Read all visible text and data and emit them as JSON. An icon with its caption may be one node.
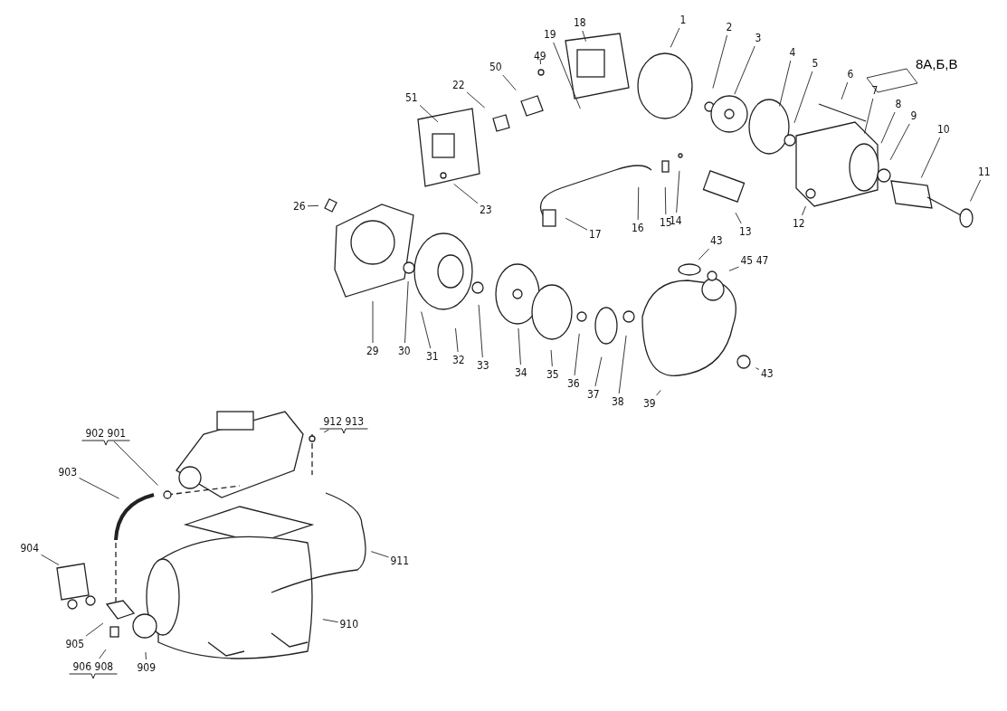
{
  "diagram": {
    "nodes": [
      {
        "text": [
          "18"
        ]
      },
      {
        "text": [
          "19"
        ]
      },
      {
        "text": [
          "49"
        ]
      },
      {
        "text": [
          "50"
        ]
      },
      {
        "text": [
          "22"
        ]
      },
      {
        "text": [
          "1"
        ]
      },
      {
        "text": [
          "2"
        ]
      },
      {
        "text": [
          "3"
        ]
      },
      {
        "text": [
          "4"
        ]
      },
      {
        "text": [
          "5"
        ]
      },
      {
        "text": [
          "6"
        ]
      },
      {
        "text": [
          "7"
        ]
      },
      {
        "text": [
          "8"
        ]
      },
      {
        "text": [
          "9"
        ]
      },
      {
        "text": [
          "10"
        ]
      },
      {
        "text": [
          "11"
        ]
      },
      {
        "text": [
          "51"
        ]
      },
      {
        "text": [
          "23"
        ]
      },
      {
        "text": [
          "26"
        ]
      },
      {
        "text": [
          "17"
        ]
      },
      {
        "text": [
          "16"
        ]
      },
      {
        "text": [
          "15"
        ]
      },
      {
        "text": [
          "14"
        ]
      },
      {
        "text": [
          "13"
        ]
      },
      {
        "text": [
          "12"
        ]
      },
      {
        "text": [
          "43"
        ]
      },
      {
        "text": [
          "45 47"
        ]
      },
      {
        "text": [
          "29"
        ]
      },
      {
        "text": [
          "30"
        ]
      },
      {
        "text": [
          "31"
        ]
      },
      {
        "text": [
          "32"
        ]
      },
      {
        "text": [
          "33"
        ]
      },
      {
        "text": [
          "34"
        ]
      },
      {
        "text": [
          "35"
        ]
      },
      {
        "text": [
          "36"
        ]
      },
      {
        "text": [
          "37"
        ]
      },
      {
        "text": [
          "38"
        ]
      },
      {
        "text": [
          "39"
        ]
      },
      {
        "text": [
          "43"
        ]
      },
      {
        "text": [
          "902 901"
        ]
      },
      {
        "text": [
          "912 913"
        ]
      },
      {
        "text": [
          "903"
        ]
      },
      {
        "text": [
          "904"
        ]
      },
      {
        "text": [
          "911"
        ]
      },
      {
        "text": [
          "910"
        ]
      },
      {
        "text": [
          "905"
        ]
      },
      {
        "text": [
          "906 908"
        ]
      },
      {
        "text": [
          "909"
        ]
      }
    ],
    "edges": [
      {
        "from": 0,
        "to": null,
        "arrow": "none"
      },
      {
        "from": 1,
        "to": null,
        "arrow": "none"
      },
      {
        "from": 2,
        "to": null,
        "arrow": "none"
      },
      {
        "from": 3,
        "to": null,
        "arrow": "none"
      },
      {
        "from": 4,
        "to": null,
        "arrow": "none"
      },
      {
        "from": 5,
        "to": null,
        "arrow": "none"
      },
      {
        "from": 6,
        "to": null,
        "arrow": "none"
      },
      {
        "from": 7,
        "to": null,
        "arrow": "none"
      },
      {
        "from": 8,
        "to": null,
        "arrow": "none"
      },
      {
        "from": 9,
        "to": null,
        "arrow": "none"
      },
      {
        "from": 10,
        "to": null,
        "arrow": "none"
      },
      {
        "from": 11,
        "to": null,
        "arrow": "none"
      },
      {
        "from": 12,
        "to": null,
        "arrow": "none"
      },
      {
        "from": 13,
        "to": null,
        "arrow": "none"
      },
      {
        "from": 14,
        "to": null,
        "arrow": "none"
      },
      {
        "from": 15,
        "to": null,
        "arrow": "none"
      },
      {
        "from": 16,
        "to": null,
        "arrow": "none"
      },
      {
        "from": 17,
        "to": null,
        "arrow": "none"
      },
      {
        "from": 18,
        "to": null,
        "arrow": "none"
      },
      {
        "from": 19,
        "to": null,
        "arrow": "none"
      },
      {
        "from": 20,
        "to": null,
        "arrow": "none"
      },
      {
        "from": 21,
        "to": null,
        "arrow": "none"
      },
      {
        "from": 22,
        "to": null,
        "arrow": "none"
      },
      {
        "from": 23,
        "to": null,
        "arrow": "none"
      },
      {
        "from": 24,
        "to": null,
        "arrow": "none"
      },
      {
        "from": 25,
        "to": null,
        "arrow": "none"
      },
      {
        "from": 26,
        "to": null,
        "arrow": "none"
      },
      {
        "from": 27,
        "to": null,
        "arrow": "none"
      },
      {
        "from": 28,
        "to": null,
        "arrow": "none"
      },
      {
        "from": 29,
        "to": null,
        "arrow": "none"
      },
      {
        "from": 30,
        "to": null,
        "arrow": "none"
      },
      {
        "from": 31,
        "to": null,
        "arrow": "none"
      },
      {
        "from": 32,
        "to": null,
        "arrow": "none"
      },
      {
        "from": 33,
        "to": null,
        "arrow": "none"
      },
      {
        "from": 34,
        "to": null,
        "arrow": "none"
      },
      {
        "from": 35,
        "to": null,
        "arrow": "none"
      },
      {
        "from": 36,
        "to": null,
        "arrow": "none"
      },
      {
        "from": 37,
        "to": null,
        "arrow": "none"
      },
      {
        "from": 38,
        "to": null,
        "arrow": "none"
      },
      {
        "from": 39,
        "to": null,
        "arrow": "none"
      },
      {
        "from": 40,
        "to": null,
        "arrow": "none"
      },
      {
        "from": 41,
        "to": null,
        "arrow": "none"
      },
      {
        "from": 42,
        "to": null,
        "arrow": "none"
      },
      {
        "from": 43,
        "to": null,
        "arrow": "none"
      },
      {
        "from": 44,
        "to": null,
        "arrow": "none"
      },
      {
        "from": 45,
        "to": null,
        "arrow": "none"
      },
      {
        "from": 46,
        "to": null,
        "arrow": "none"
      },
      {
        "from": 47,
        "to": null,
        "arrow": "none"
      }
    ],
    "labels": [
      "8А,Б,В"
    ]
  }
}
